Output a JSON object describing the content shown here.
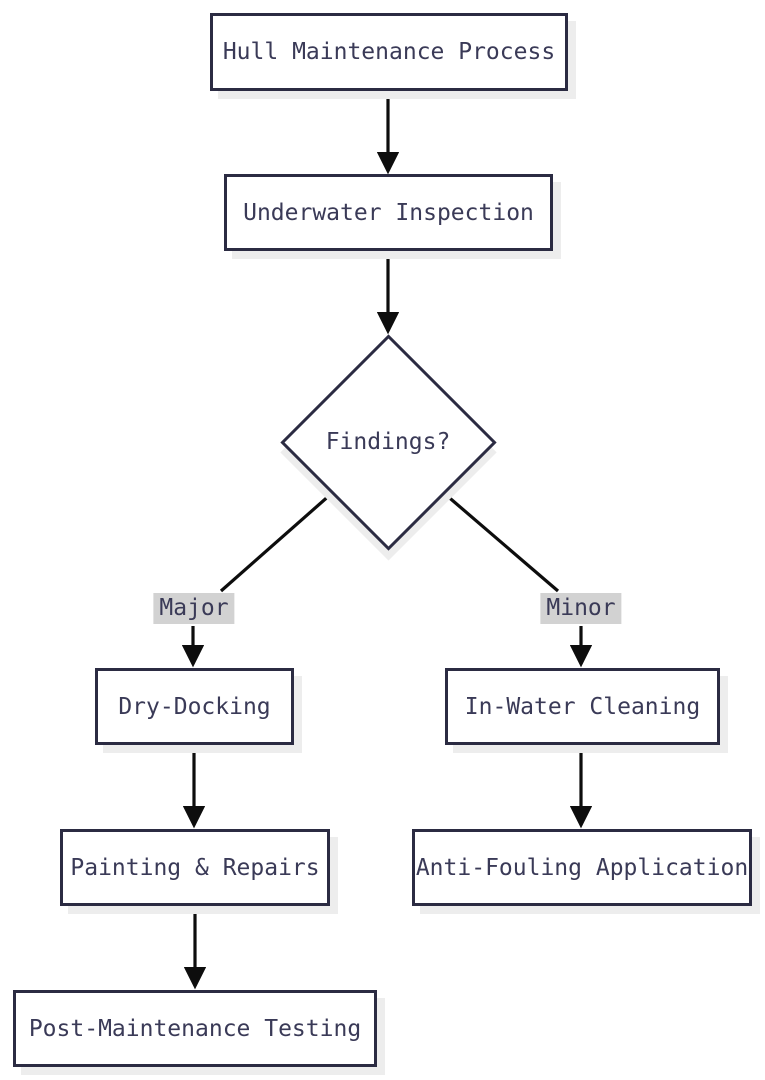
{
  "diagram": {
    "type": "flowchart",
    "direction": "top-down",
    "nodes": {
      "process": {
        "label": "Hull Maintenance Process",
        "shape": "rectangle"
      },
      "inspection": {
        "label": "Underwater Inspection",
        "shape": "rectangle"
      },
      "findings": {
        "label": "Findings?",
        "shape": "diamond"
      },
      "dry_docking": {
        "label": "Dry-Docking",
        "shape": "rectangle"
      },
      "in_water_cleaning": {
        "label": "In-Water Cleaning",
        "shape": "rectangle"
      },
      "painting_repairs": {
        "label": "Painting & Repairs",
        "shape": "rectangle"
      },
      "anti_fouling": {
        "label": "Anti-Fouling Application",
        "shape": "rectangle"
      },
      "post_testing": {
        "label": "Post-Maintenance Testing",
        "shape": "rectangle"
      }
    },
    "edge_labels": {
      "major": "Major",
      "minor": "Minor"
    },
    "edges": [
      {
        "from": "process",
        "to": "inspection",
        "label": ""
      },
      {
        "from": "inspection",
        "to": "findings",
        "label": ""
      },
      {
        "from": "findings",
        "to": "dry_docking",
        "label": "Major"
      },
      {
        "from": "findings",
        "to": "in_water_cleaning",
        "label": "Minor"
      },
      {
        "from": "dry_docking",
        "to": "painting_repairs",
        "label": ""
      },
      {
        "from": "painting_repairs",
        "to": "post_testing",
        "label": ""
      },
      {
        "from": "in_water_cleaning",
        "to": "anti_fouling",
        "label": ""
      }
    ],
    "colors": {
      "background": "#ffffff",
      "node_fill": "#ffffff",
      "node_border": "#2b2b42",
      "node_text": "#3a3a57",
      "arrow": "#0d0d0d",
      "edge_label_bg": "#d2d2d2",
      "shadow": "#ededed"
    }
  }
}
